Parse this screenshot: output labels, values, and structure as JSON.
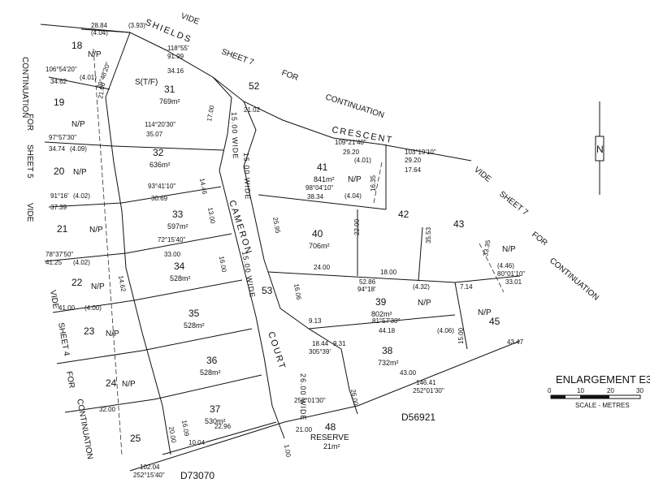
{
  "roads": {
    "shields": "SHIELDS",
    "crescent": "CRESCENT",
    "cameron": "CAMERON",
    "court": "COURT",
    "wide_15": "15.00 WIDE",
    "wide_26": "26.00 WIDE"
  },
  "notes": {
    "vide": "VIDE",
    "for": "FOR",
    "continuation": "CONTINUATION",
    "sheet7": "SHEET 7",
    "sheet5": "SHEET 5",
    "sheet4": "SHEET 4",
    "np": "N/P",
    "st_f": "S(T/F)"
  },
  "lots": {
    "l18": "18",
    "l19": "19",
    "l20": "20",
    "l21": "21",
    "l22": "22",
    "l23": "23",
    "l24": "24",
    "l25": "25",
    "l31": "31",
    "a31": "769m²",
    "l32": "32",
    "a32": "636m²",
    "l33": "33",
    "a33": "597m²",
    "l34": "34",
    "a34": "528m²",
    "l35": "35",
    "a35": "528m²",
    "l36": "36",
    "a36": "528m²",
    "l37": "37",
    "a37": "530m²",
    "l38": "38",
    "a38": "732m²",
    "l39": "39",
    "a39": "802m²",
    "l40": "40",
    "a40": "706m²",
    "l41": "41",
    "a41": "841m²",
    "l42": "42",
    "l43": "43",
    "l45": "45",
    "l48": "48",
    "reserve": "RESERVE",
    "a48": "21m²",
    "l52": "52",
    "l53": "53"
  },
  "dims": {
    "d1": "28.84",
    "d2": "(4.04)",
    "d3": "(3.93)",
    "d4": "118°55'",
    "d5": "91.99",
    "d6": "34.16",
    "d7": "106°54'20\"",
    "d8": "(4.01)",
    "d9": "34.62",
    "d10": "20°48'20\"",
    "d11": "21.00",
    "d12": "97°57'30\"",
    "d13": "34.74",
    "d14": "(4.09)",
    "d15": "114°20'30\"",
    "d16": "35.07",
    "d17": "93°41'10\"",
    "d18": "30.69",
    "d19": "91°16'",
    "d20": "(4.02)",
    "d21": "37.39",
    "d22": "78°37'50\"",
    "d23": "41.25",
    "d24": "(4.02)",
    "d25": "72°15'40\"",
    "d26": "33.00",
    "d27": "41.00",
    "d28": "(4.00)",
    "d29": "32.00",
    "d30": "20.00",
    "d31": "16.09",
    "d32": "22.96",
    "d33": "10.04",
    "d34": "102.04",
    "d35": "252°15'40\"",
    "d36": "21.02",
    "d37": "109°21'40\"",
    "d38": "29.20",
    "d39": "103°19'10\"",
    "d40": "17.64",
    "d41": "98°04'10\"",
    "d42": "38.34",
    "d43": "24.00",
    "d44": "18.00",
    "d45": "52.86",
    "d46": "94°18'",
    "d47": "81°57'30\"",
    "d48": "44.18",
    "d49": "43.00",
    "d50": "146.41",
    "d51": "252°01'30\"",
    "d52": "43.47",
    "d53": "33.01",
    "d54": "80°01'10\"",
    "d55": "(4.46)",
    "d56": "25.95",
    "d57": "16.06",
    "d58": "9.13",
    "d59": "18.44",
    "d60": "305°39'",
    "d61": "9.31",
    "d62": "21.00",
    "d63": "1.00",
    "d64": "252°01'30\"",
    "d65": "17.00",
    "d66": "14.46",
    "d67": "13.00",
    "d68": "16.00",
    "d69": "22.00",
    "d70": "16.35",
    "d71": "35.53",
    "d72": "33.35",
    "d73": "7.14",
    "d74": "(4.32)",
    "d75": "(4.06)",
    "d76": "15.00",
    "d77": "26.00",
    "d78": "(4.01)",
    "d79": "(4.04)",
    "d80": "14.62"
  },
  "reference": {
    "d56921": "D56921",
    "d73070": "D73070"
  },
  "scale": {
    "title": "ENLARGEMENT E3",
    "t0": "0",
    "t10": "10",
    "t20": "20",
    "t30": "30",
    "caption": "SCALE - METRES"
  },
  "north": {
    "label": "N"
  }
}
